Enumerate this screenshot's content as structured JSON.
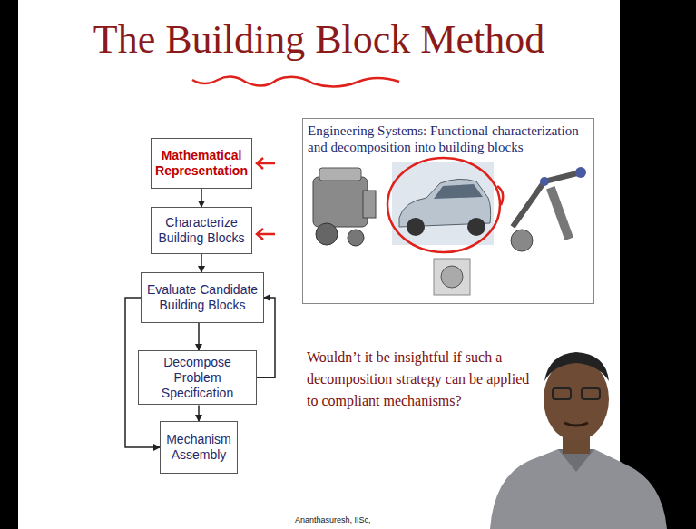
{
  "diagram": {
    "title": "The Building Block Method",
    "nodes": [
      {
        "text": [
          "Mathematical Representation"
        ]
      },
      {
        "text": [
          "Characterize Building Blocks"
        ]
      },
      {
        "text": [
          "Evaluate Candidate Building Blocks"
        ]
      },
      {
        "text": [
          "Decompose Problem Specification"
        ]
      },
      {
        "text": [
          "Mechanism Assembly"
        ]
      },
      {
        "text": [
          "Engineering Systems: Functional characterization and decomposition into building blocks"
        ]
      }
    ],
    "edges": [
      {
        "from": 0,
        "to": 1,
        "arrow": "to"
      },
      {
        "from": 1,
        "to": 2,
        "arrow": "to"
      },
      {
        "from": 2,
        "to": 3,
        "arrow": "to"
      },
      {
        "from": 3,
        "to": 4,
        "arrow": "to"
      },
      {
        "from": 3,
        "to": 2,
        "arrow": "to"
      },
      {
        "from": 2,
        "to": 4,
        "arrow": "to"
      }
    ],
    "labels": [
      "Wouldn’t it be insightful if such a decomposition strategy can be applied to compliant mechanisms?",
      "Ananthasuresh, IISc,"
    ]
  }
}
